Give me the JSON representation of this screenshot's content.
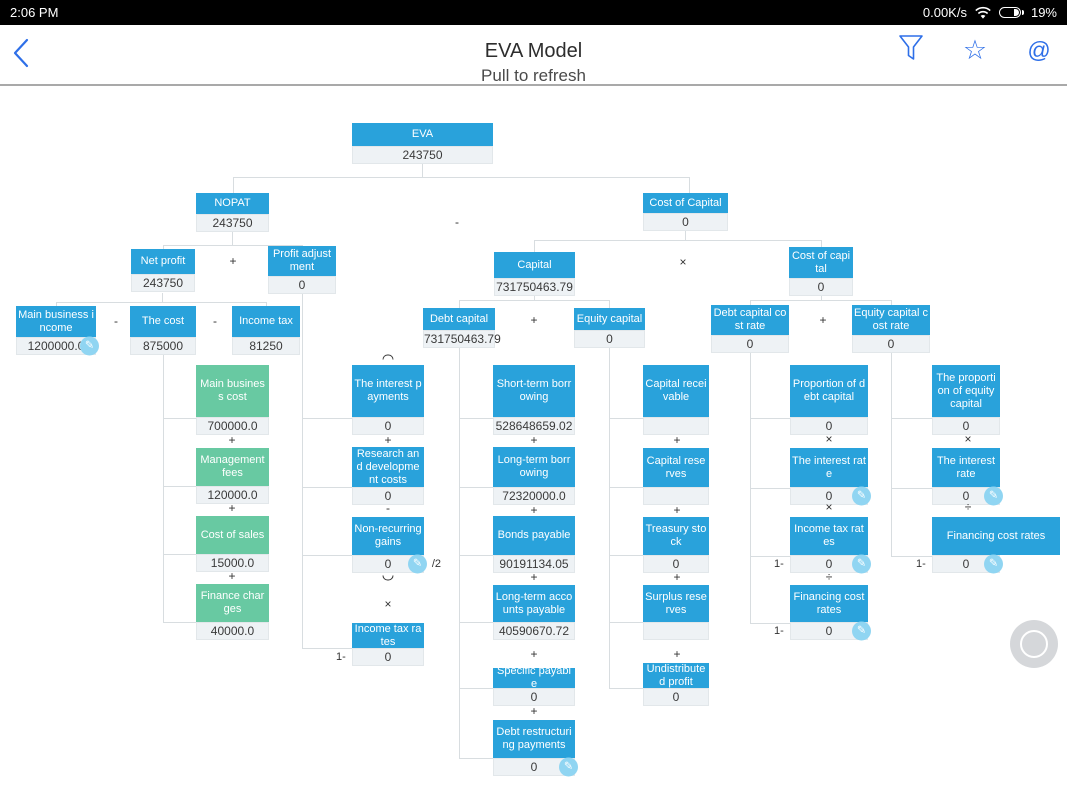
{
  "status_bar": {
    "time": "2:06 PM",
    "network_speed": "0.00K/s",
    "battery_percent": "19%"
  },
  "nav_bar": {
    "title": "EVA Model"
  },
  "pull_to_refresh": "Pull to refresh",
  "colors": {
    "node_blue": "#29a2db",
    "node_green": "#68c9a2",
    "icon_blue": "#2e6fe8",
    "edit_icon_bg": "#90d5f2",
    "band_bg": "#eef2f5",
    "connector_line": "#d8dde0"
  },
  "tree": {
    "nodes": [
      {
        "id": "eva",
        "label": "EVA",
        "value": "243750"
      },
      {
        "id": "nopat",
        "label": "NOPAT",
        "value": "243750"
      },
      {
        "id": "cost_of_capital",
        "label": "Cost of Capital",
        "value": "0"
      },
      {
        "id": "net_profit",
        "label": "Net profit",
        "value": "243750"
      },
      {
        "id": "profit_adjustment",
        "label": "Profit adjustment",
        "value": "0"
      },
      {
        "id": "main_business_income",
        "label": "Main business income",
        "value": "1200000.0",
        "editable": true
      },
      {
        "id": "the_cost",
        "label": "The cost",
        "value": "875000"
      },
      {
        "id": "income_tax",
        "label": "Income tax",
        "value": "81250"
      },
      {
        "id": "main_business_cost",
        "label": "Main business cost",
        "value": "700000.0",
        "color": "green"
      },
      {
        "id": "management_fees",
        "label": "Management fees",
        "value": "120000.0",
        "color": "green"
      },
      {
        "id": "cost_of_sales",
        "label": "Cost of sales",
        "value": "15000.0",
        "color": "green"
      },
      {
        "id": "finance_charges",
        "label": "Finance charges",
        "value": "40000.0",
        "color": "green"
      },
      {
        "id": "interest_payments",
        "label": "The interest payments",
        "value": "0"
      },
      {
        "id": "rd_costs",
        "label": "Research and development costs",
        "value": "0"
      },
      {
        "id": "non_recurring_gains",
        "label": "Non-recurring gains",
        "value": "0",
        "editable": true,
        "suffix": "/2"
      },
      {
        "id": "income_tax_rates_adj",
        "label": "Income tax rates",
        "value": "0",
        "prefix": "1-"
      },
      {
        "id": "capital",
        "label": "Capital",
        "value": "731750463.79"
      },
      {
        "id": "debt_capital",
        "label": "Debt capital",
        "value": "731750463.79"
      },
      {
        "id": "equity_capital",
        "label": "Equity capital",
        "value": "0"
      },
      {
        "id": "short_term_borrowing",
        "label": "Short-term borrowing",
        "value": "528648659.02"
      },
      {
        "id": "long_term_borrowing",
        "label": "Long-term borrowing",
        "value": "72320000.0"
      },
      {
        "id": "bonds_payable",
        "label": "Bonds payable",
        "value": "90191134.05"
      },
      {
        "id": "long_term_accounts_payable",
        "label": "Long-term accounts payable",
        "value": "40590670.72"
      },
      {
        "id": "specific_payable",
        "label": "Specific payable",
        "value": "0"
      },
      {
        "id": "debt_restructuring_payments",
        "label": "Debt restructuring payments",
        "value": "0",
        "editable": true
      },
      {
        "id": "capital_receivable",
        "label": "Capital receivable",
        "value": ""
      },
      {
        "id": "capital_reserves",
        "label": "Capital reserves",
        "value": ""
      },
      {
        "id": "treasury_stock",
        "label": "Treasury stock",
        "value": "0"
      },
      {
        "id": "surplus_reserves",
        "label": "Surplus reserves",
        "value": ""
      },
      {
        "id": "undistributed_profit",
        "label": "Undistributed profit",
        "value": "0"
      },
      {
        "id": "cost_of_capital_rate",
        "label": "Cost of capital",
        "value": "0"
      },
      {
        "id": "debt_capital_cost_rate",
        "label": "Debt capital cost rate",
        "value": "0"
      },
      {
        "id": "equity_capital_cost_rate",
        "label": "Equity capital cost rate",
        "value": "0"
      },
      {
        "id": "proportion_debt_capital",
        "label": "Proportion of debt capital",
        "value": "0"
      },
      {
        "id": "interest_rate_debt",
        "label": "The interest rate",
        "value": "0",
        "editable": true
      },
      {
        "id": "income_tax_rates_debt",
        "label": "Income tax rates",
        "value": "0",
        "editable": true,
        "prefix": "1-"
      },
      {
        "id": "financing_cost_rates_debt",
        "label": "Financing cost rates",
        "value": "0",
        "editable": true,
        "prefix": "1-"
      },
      {
        "id": "proportion_equity_capital",
        "label": "The proportion of equity capital",
        "value": "0"
      },
      {
        "id": "interest_rate_equity",
        "label": "The interest rate",
        "value": "0",
        "editable": true
      },
      {
        "id": "financing_cost_rates_equity",
        "label": "Financing cost rates",
        "value": "0",
        "editable": true,
        "prefix": "1-"
      }
    ],
    "operators": {
      "minus_root": "-",
      "plus_nopat": "+",
      "minus_income_cost": "-",
      "minus_cost_tax": "-",
      "plus_cost_1": "+",
      "plus_cost_2": "+",
      "plus_cost_3": "+",
      "plus_adj_1": "+",
      "minus_adj": "-",
      "times_adj": "×",
      "times_root": "×",
      "plus_capital": "+",
      "plus_cost_rate": "+",
      "plus_debt_1": "+",
      "plus_debt_2": "+",
      "plus_debt_3": "+",
      "plus_debt_4": "+",
      "plus_debt_5": "+",
      "plus_equity_1": "+",
      "plus_equity_2": "+",
      "plus_equity_3": "+",
      "plus_equity_4": "+",
      "times_debt_1": "×",
      "times_debt_2": "×",
      "div_debt": "÷",
      "times_equity": "×",
      "div_equity": "÷"
    }
  }
}
